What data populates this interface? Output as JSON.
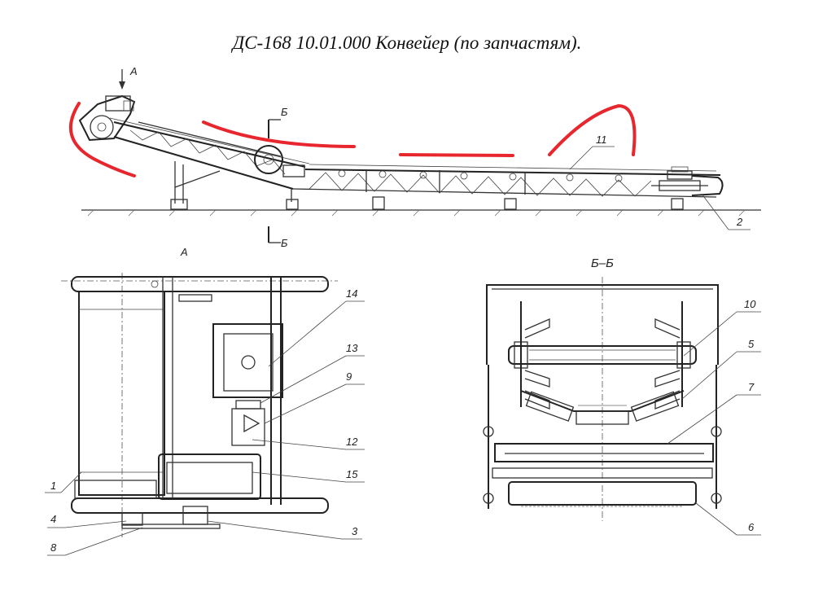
{
  "title": "ДС-168 10.01.000 Конвейер (по запчастям).",
  "views": {
    "main": {
      "view_a_marker": "А",
      "section_marker_top": "Б",
      "section_marker_bottom": "Б"
    },
    "view_a": {
      "label": "А"
    },
    "section_bb": {
      "label": "Б–Б"
    }
  },
  "callouts": {
    "c1": "1",
    "c2": "2",
    "c3": "3",
    "c4": "4",
    "c5": "5",
    "c6": "6",
    "c7": "7",
    "c8": "8",
    "c9": "9",
    "c10": "10",
    "c11": "11",
    "c12": "12",
    "c13": "13",
    "c14": "14",
    "c15": "15"
  },
  "colors": {
    "annotation": "#e8262e",
    "line": "#333333"
  }
}
